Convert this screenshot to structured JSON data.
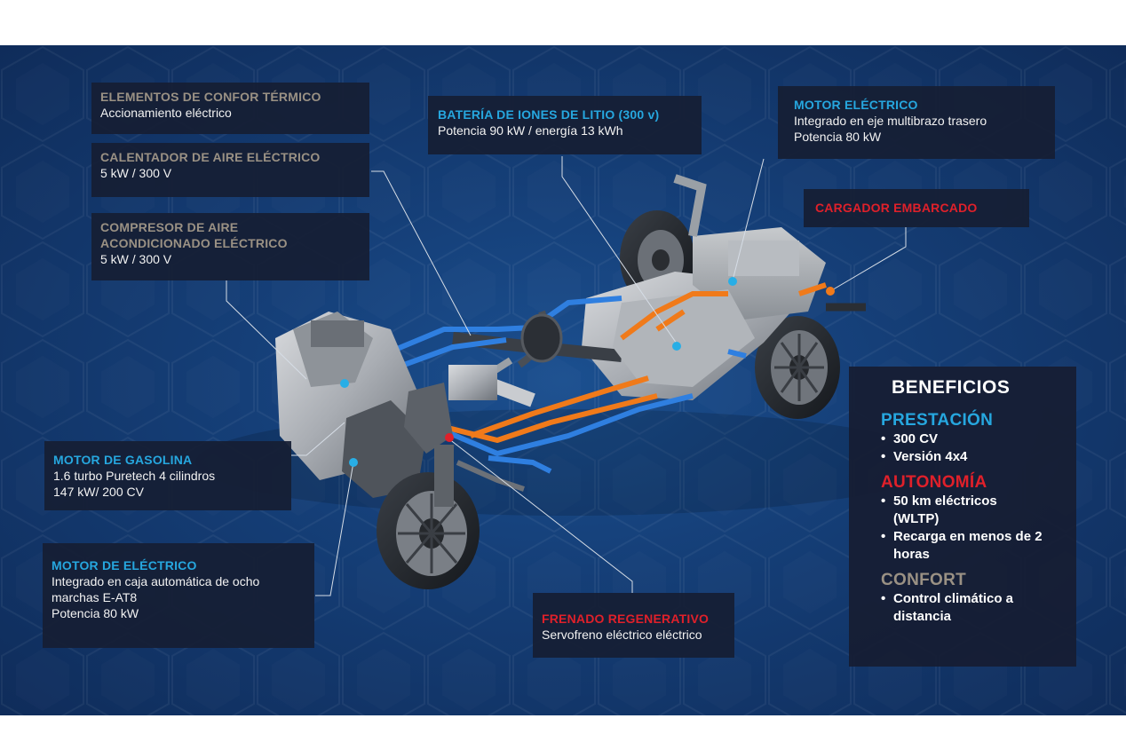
{
  "labels": {
    "confort_termico": {
      "title": "ELEMENTOS DE CONFOR TÉRMICO",
      "lines": [
        "Accionamiento eléctrico"
      ]
    },
    "calentador": {
      "title": "CALENTADOR DE AIRE ELÉCTRICO",
      "lines": [
        "5 kW / 300 V"
      ]
    },
    "compresor": {
      "title_1": "COMPRESOR DE AIRE",
      "title_2": "ACONDICIONADO ELÉCTRICO",
      "lines": [
        "5 kW / 300 V"
      ]
    },
    "bateria": {
      "title": "BATERÍA DE IONES DE LITIO (300 v)",
      "lines": [
        "Potencia 90 kW / energía 13 kWh"
      ]
    },
    "motor_electrico": {
      "title": "MOTOR ELÉCTRICO",
      "lines": [
        "Integrado en eje multibrazo trasero",
        "Potencia 80 kW"
      ]
    },
    "cargador": {
      "title": "CARGADOR EMBARCADO"
    },
    "motor_gasolina": {
      "title": "MOTOR DE GASOLINA",
      "lines": [
        "1.6 turbo Puretech 4 cilindros",
        "147 kW/ 200 CV"
      ]
    },
    "motor_de_electrico": {
      "title": "MOTOR DE ELÉCTRICO",
      "lines": [
        "Integrado en caja automática de ocho",
        "marchas E-AT8",
        "Potencia 80 kW"
      ]
    },
    "frenado": {
      "title": "FRENADO REGENERATIVO",
      "lines": [
        "Servofreno eléctrico eléctrico"
      ]
    }
  },
  "benefits": {
    "title": "BENEFICIOS",
    "bullet": "•",
    "sections": [
      {
        "name": "PRESTACIÓN",
        "color": "#26a7df",
        "items": [
          "300 CV",
          "Versión 4x4"
        ]
      },
      {
        "name": "AUTONOMÍA",
        "color": "#e0202a",
        "items": [
          "50 km eléctricos (WLTP)",
          "Recarga en menos de 2 horas"
        ]
      },
      {
        "name": "CONFORT",
        "color": "#9a9184",
        "items": [
          "Control climático a distancia"
        ]
      }
    ]
  },
  "colors": {
    "background": "#153f78",
    "panel": "#16203a",
    "blue_accent": "#26a7df",
    "red_accent": "#e0202a",
    "grey_accent": "#9a9184",
    "hv_cable": "#f07a1a",
    "coolant_line": "#2f7fe0"
  }
}
